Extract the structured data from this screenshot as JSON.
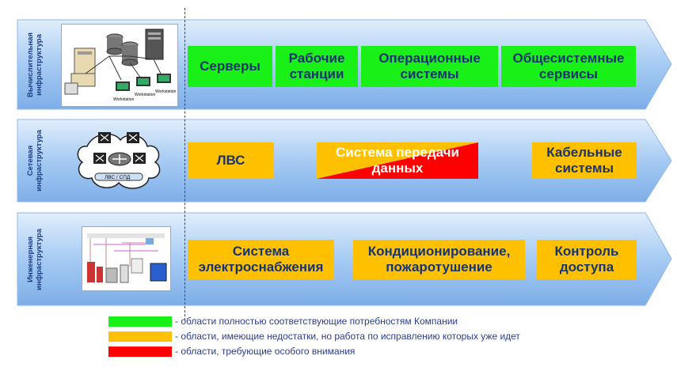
{
  "colors": {
    "band_light": "#dcebfc",
    "band_mid": "#9fc6f2",
    "band_dark": "#6fa4e6",
    "full": "#18f018",
    "partial": "#ffc000",
    "critical": "#ff0000",
    "label_text": "#16356e",
    "legend_text": "#2b3e8e"
  },
  "rows": [
    {
      "label": "Вычислительная\nинфраструктура",
      "picture": {
        "icons": [
          "server-icon",
          "database-icon",
          "workstation-icon"
        ],
        "captions": [
          "Workstation",
          "Workstation",
          "Workstation"
        ]
      },
      "boxes": [
        {
          "text": "Серверы",
          "status": "full"
        },
        {
          "text": "Рабочие\nстанции",
          "status": "full"
        },
        {
          "text": "Операционные\nсистемы",
          "status": "full"
        },
        {
          "text": "Общесистемные\nсервисы",
          "status": "full"
        }
      ]
    },
    {
      "label": "Сетевая\nинфраструктура",
      "picture": {
        "icons": [
          "network-cloud-icon",
          "switch-icon",
          "router-icon"
        ],
        "captions": [
          "ЛВС / СПД"
        ]
      },
      "boxes": [
        {
          "text": "ЛВС",
          "status": "partial"
        },
        {
          "text": "Система передачи\nданных",
          "status": "partial+critical"
        },
        {
          "text": "Кабельные\nсистемы",
          "status": "partial"
        }
      ]
    },
    {
      "label": "Инженерная\nинфраструктура",
      "picture": {
        "icons": [
          "building-engineering-icon"
        ]
      },
      "boxes": [
        {
          "text": "Система\nэлектроснабжения",
          "status": "partial"
        },
        {
          "text": "Кондиционирование,\nпожаротушение",
          "status": "partial"
        },
        {
          "text": "Контроль\nдоступа",
          "status": "partial"
        }
      ]
    }
  ],
  "legend": [
    {
      "color": "#18f018",
      "text": "- области полностью соответствующие потребностям Компании"
    },
    {
      "color": "#ffc000",
      "text": "- области, имеющие недостатки, но работа по исправлению которых уже идет"
    },
    {
      "color": "#ff0000",
      "text": "- области, требующие особого внимания"
    }
  ]
}
